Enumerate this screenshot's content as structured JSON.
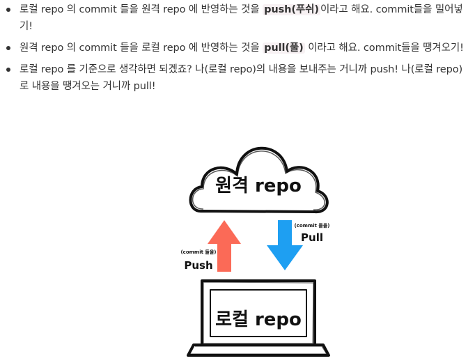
{
  "bullets": [
    {
      "pre": "로컬 repo 의 commit 들을 원격 repo 에 반영하는 것을 ",
      "highlight": "push(푸쉬)",
      "post": "이라고 해요. commit들을 밀어넣기!"
    },
    {
      "pre": "원격 repo 의 commit 들을 로컬 repo 에 반영하는 것을 ",
      "highlight": "pull(풀)",
      "post": " 이라고 해요. commit들을 땡겨오기!"
    },
    {
      "pre": "로컬 repo 를 기준으로 생각하면 되겠죠? 나(로컬 repo)의 내용을 보내주는 거니까 push! 나(로컬 repo)로 내용을 땡겨오는 거니까 pull!",
      "highlight": "",
      "post": ""
    }
  ],
  "diagram": {
    "remote_label": "원격 repo",
    "local_label": "로컬 repo",
    "push_label": "Push",
    "pull_label": "Pull",
    "push_note": "(commit 들을)",
    "pull_note": "(commit 들을)",
    "colors": {
      "push_arrow": "#fb6a57",
      "pull_arrow": "#1e9ff2",
      "outline": "#111111"
    }
  }
}
